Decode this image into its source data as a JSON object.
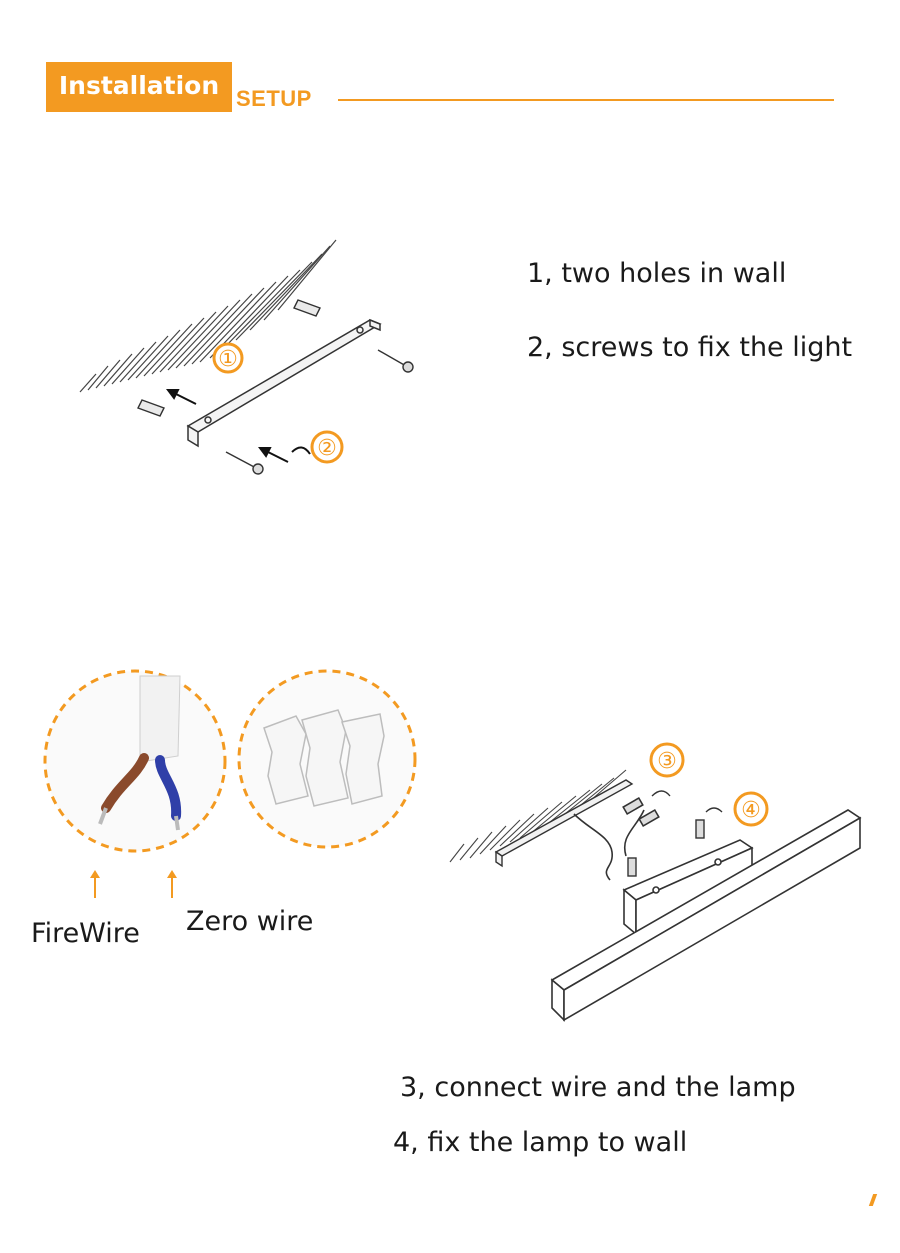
{
  "header": {
    "tab_label": "Installation",
    "sub_label": "SETUP",
    "accent_color": "#f39a21"
  },
  "steps_top": [
    "1, two holes in wall",
    "2, screws to fix the light"
  ],
  "steps_bottom": [
    "3, connect wire and the lamp",
    "4, fix the lamp to wall"
  ],
  "markers": {
    "one": "①",
    "two": "②",
    "three": "③",
    "four": "④"
  },
  "wires": {
    "fire": "FireWire",
    "zero": "Zero wire"
  }
}
